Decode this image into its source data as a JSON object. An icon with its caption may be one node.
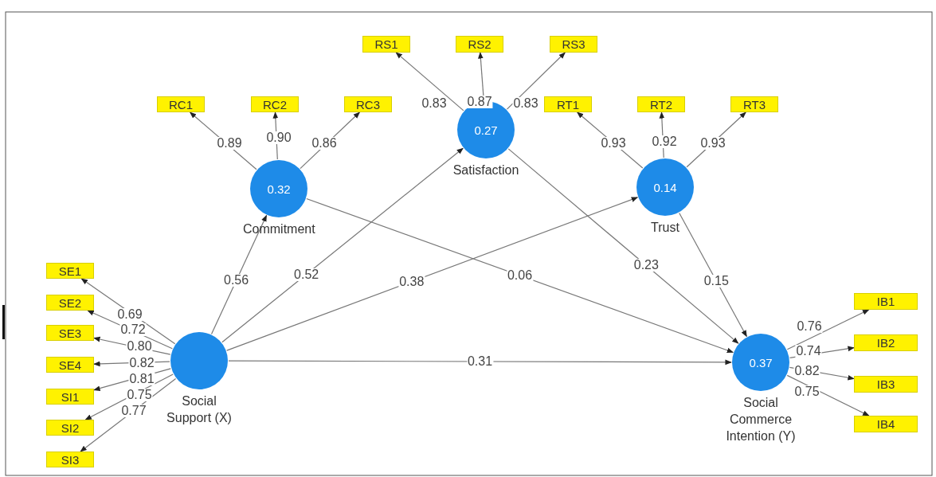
{
  "diagram": {
    "nodes": [
      {
        "text": [
          "Social Support (X)"
        ]
      },
      {
        "text": [
          "0.32",
          "Commitment"
        ]
      },
      {
        "text": [
          "0.27",
          "Satisfaction"
        ]
      },
      {
        "text": [
          "0.14",
          "Trust"
        ]
      },
      {
        "text": [
          "0.37",
          "Social Commerce Intention (Y)"
        ]
      },
      {
        "text": [
          "RC1"
        ]
      },
      {
        "text": [
          "RC2"
        ]
      },
      {
        "text": [
          "RC3"
        ]
      },
      {
        "text": [
          "RS1"
        ]
      },
      {
        "text": [
          "RS2"
        ]
      },
      {
        "text": [
          "RS3"
        ]
      },
      {
        "text": [
          "RT1"
        ]
      },
      {
        "text": [
          "RT2"
        ]
      },
      {
        "text": [
          "RT3"
        ]
      },
      {
        "text": [
          "SE1"
        ]
      },
      {
        "text": [
          "SE2"
        ]
      },
      {
        "text": [
          "SE3"
        ]
      },
      {
        "text": [
          "SE4"
        ]
      },
      {
        "text": [
          "SI1"
        ]
      },
      {
        "text": [
          "SI2"
        ]
      },
      {
        "text": [
          "SI3"
        ]
      },
      {
        "text": [
          "IB1"
        ]
      },
      {
        "text": [
          "IB2"
        ]
      },
      {
        "text": [
          "IB3"
        ]
      },
      {
        "text": [
          "IB4"
        ]
      }
    ],
    "edges": [
      {
        "from": 0,
        "to": 1,
        "arrow": "to",
        "label": "0.56"
      },
      {
        "from": 0,
        "to": 2,
        "arrow": "to",
        "label": "0.52"
      },
      {
        "from": 0,
        "to": 3,
        "arrow": "to",
        "label": "0.38"
      },
      {
        "from": 0,
        "to": 4,
        "arrow": "to",
        "label": "0.31"
      },
      {
        "from": 1,
        "to": 4,
        "arrow": "to",
        "label": "0.06"
      },
      {
        "from": 2,
        "to": 4,
        "arrow": "to",
        "label": "0.23"
      },
      {
        "from": 3,
        "to": 4,
        "arrow": "to",
        "label": "0.15"
      },
      {
        "from": 1,
        "to": 5,
        "arrow": "to",
        "label": "0.89"
      },
      {
        "from": 1,
        "to": 6,
        "arrow": "to",
        "label": "0.90"
      },
      {
        "from": 1,
        "to": 7,
        "arrow": "to",
        "label": "0.86"
      },
      {
        "from": 2,
        "to": 8,
        "arrow": "to",
        "label": "0.83"
      },
      {
        "from": 2,
        "to": 9,
        "arrow": "to",
        "label": "0.87"
      },
      {
        "from": 2,
        "to": 10,
        "arrow": "to",
        "label": "0.83"
      },
      {
        "from": 3,
        "to": 11,
        "arrow": "to",
        "label": "0.93"
      },
      {
        "from": 3,
        "to": 12,
        "arrow": "to",
        "label": "0.92"
      },
      {
        "from": 3,
        "to": 13,
        "arrow": "to",
        "label": "0.93"
      },
      {
        "from": 0,
        "to": 14,
        "arrow": "to",
        "label": "0.69"
      },
      {
        "from": 0,
        "to": 15,
        "arrow": "to",
        "label": "0.72"
      },
      {
        "from": 0,
        "to": 16,
        "arrow": "to",
        "label": "0.80"
      },
      {
        "from": 0,
        "to": 17,
        "arrow": "to",
        "label": "0.82"
      },
      {
        "from": 0,
        "to": 18,
        "arrow": "to",
        "label": "0.81"
      },
      {
        "from": 0,
        "to": 19,
        "arrow": "to",
        "label": "0.75"
      },
      {
        "from": 0,
        "to": 20,
        "arrow": "to",
        "label": "0.77"
      },
      {
        "from": 4,
        "to": 21,
        "arrow": "to",
        "label": "0.76"
      },
      {
        "from": 4,
        "to": 22,
        "arrow": "to",
        "label": "0.74"
      },
      {
        "from": 4,
        "to": 23,
        "arrow": "to",
        "label": "0.82"
      },
      {
        "from": 4,
        "to": 24,
        "arrow": "to",
        "label": "0.75"
      }
    ]
  }
}
